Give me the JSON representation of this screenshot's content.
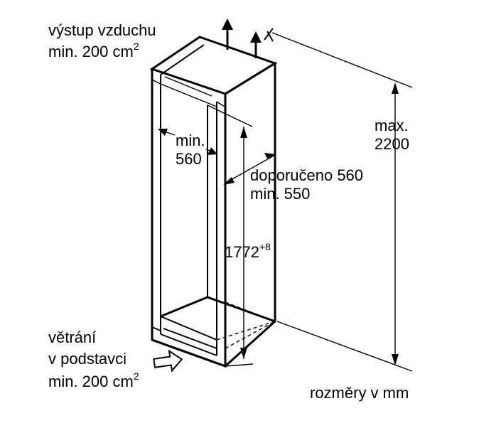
{
  "labels": {
    "outlet_line1": "výstup vzduchu",
    "outlet_line2_main": "min. 200 cm",
    "outlet_line2_sup": "2",
    "inner_width_line1": "min.",
    "inner_width_line2": "560",
    "depth_line1": "doporučeno 560",
    "depth_line2": "min. 550",
    "height_main": "1772",
    "height_sup": "+8",
    "max_line1": "max.",
    "max_line2": "2200",
    "base_vent_line1": "větrání",
    "base_vent_line2": "v podstavci",
    "base_vent_line3_main": "min. 200 cm",
    "base_vent_line3_sup": "2",
    "units_note": "rozměry v mm"
  },
  "icons": {
    "airflow_arrow": "arrow-up-icon",
    "intake_arrow": "arrow-right-icon",
    "flow_symbol": "x-icon"
  }
}
